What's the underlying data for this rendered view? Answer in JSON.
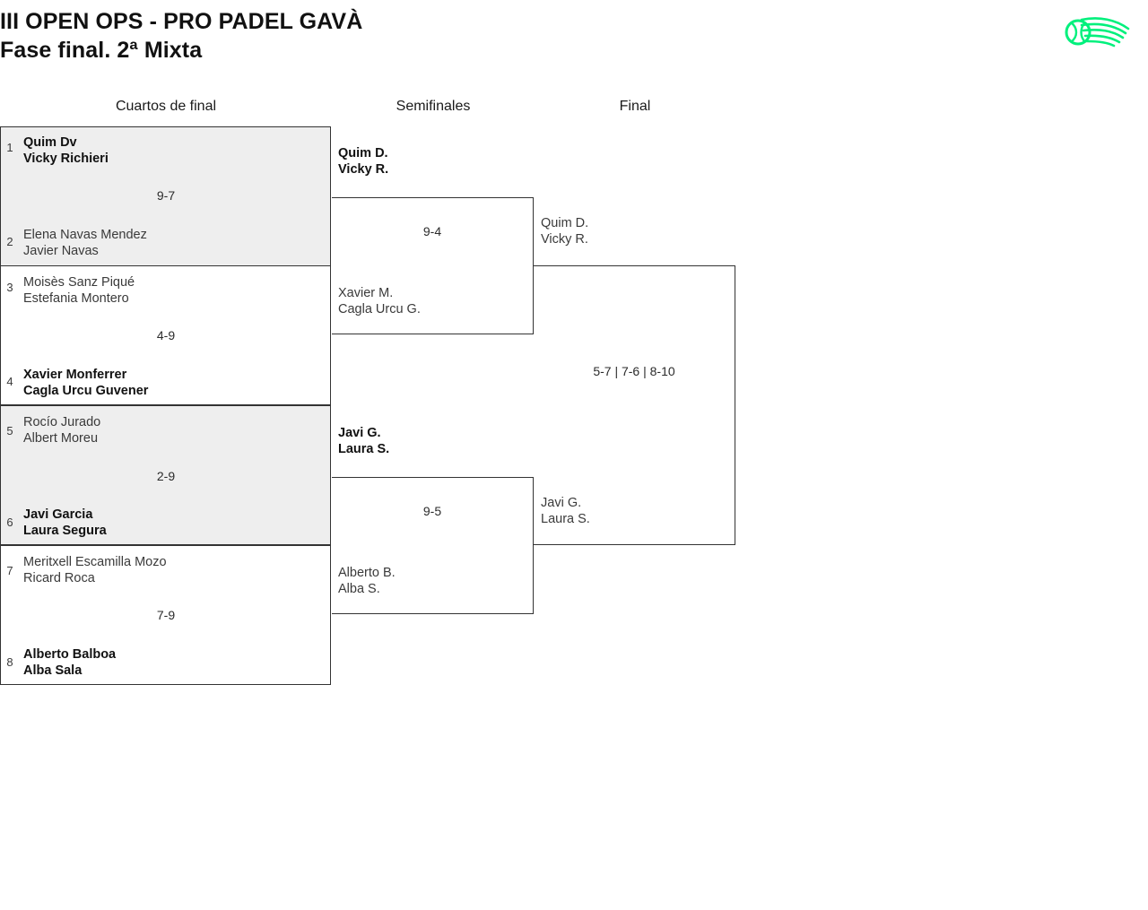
{
  "header": {
    "title_line1": "III OPEN OPS - PRO PADEL GAVÀ",
    "title_line2": "Fase final. 2ª Mixta",
    "logo_name": "padel-ball-swoosh-logo",
    "logo_color": "#00f07c"
  },
  "rounds": {
    "quarterfinals_label": "Cuartos de final",
    "semifinals_label": "Semifinales",
    "final_label": "Final"
  },
  "colors": {
    "shaded_row": "#eeeeee",
    "border": "#333333",
    "text": "#1a1a1a",
    "accent": "#00f07c"
  },
  "quarterfinals": [
    {
      "shaded": true,
      "score": "9-7",
      "top": {
        "seed": "1",
        "player1": "Quim Dv",
        "player2": "Vicky Richieri",
        "winner": true
      },
      "bottom": {
        "seed": "2",
        "player1": "Elena Navas Mendez",
        "player2": "Javier Navas",
        "winner": false
      }
    },
    {
      "shaded": false,
      "score": "4-9",
      "top": {
        "seed": "3",
        "player1": "Moisès Sanz Piqué",
        "player2": "Estefania Montero",
        "winner": false
      },
      "bottom": {
        "seed": "4",
        "player1": "Xavier Monferrer",
        "player2": "Cagla Urcu Guvener",
        "winner": true
      }
    },
    {
      "shaded": true,
      "score": "2-9",
      "top": {
        "seed": "5",
        "player1": "Rocío Jurado",
        "player2": "Albert Moreu",
        "winner": false
      },
      "bottom": {
        "seed": "6",
        "player1": "Javi Garcia",
        "player2": "Laura Segura",
        "winner": true
      }
    },
    {
      "shaded": false,
      "score": "7-9",
      "top": {
        "seed": "7",
        "player1": "Meritxell Escamilla Mozo",
        "player2": "Ricard Roca",
        "winner": false
      },
      "bottom": {
        "seed": "8",
        "player1": "Alberto Balboa",
        "player2": "Alba Sala",
        "winner": true
      }
    }
  ],
  "semifinals": [
    {
      "score": "9-4",
      "top": {
        "player1": "Quim D.",
        "player2": "Vicky R.",
        "winner": true
      },
      "bottom": {
        "player1": "Xavier M.",
        "player2": "Cagla Urcu G.",
        "winner": false
      }
    },
    {
      "score": "9-5",
      "top": {
        "player1": "Javi G.",
        "player2": "Laura S.",
        "winner": true
      },
      "bottom": {
        "player1": "Alberto B.",
        "player2": "Alba S.",
        "winner": false
      }
    }
  ],
  "final": {
    "score": "5-7 | 7-6 | 8-10",
    "top": {
      "player1": "Quim D.",
      "player2": "Vicky R.",
      "winner": false
    },
    "bottom": {
      "player1": "Javi G.",
      "player2": "Laura S.",
      "winner": false
    }
  }
}
